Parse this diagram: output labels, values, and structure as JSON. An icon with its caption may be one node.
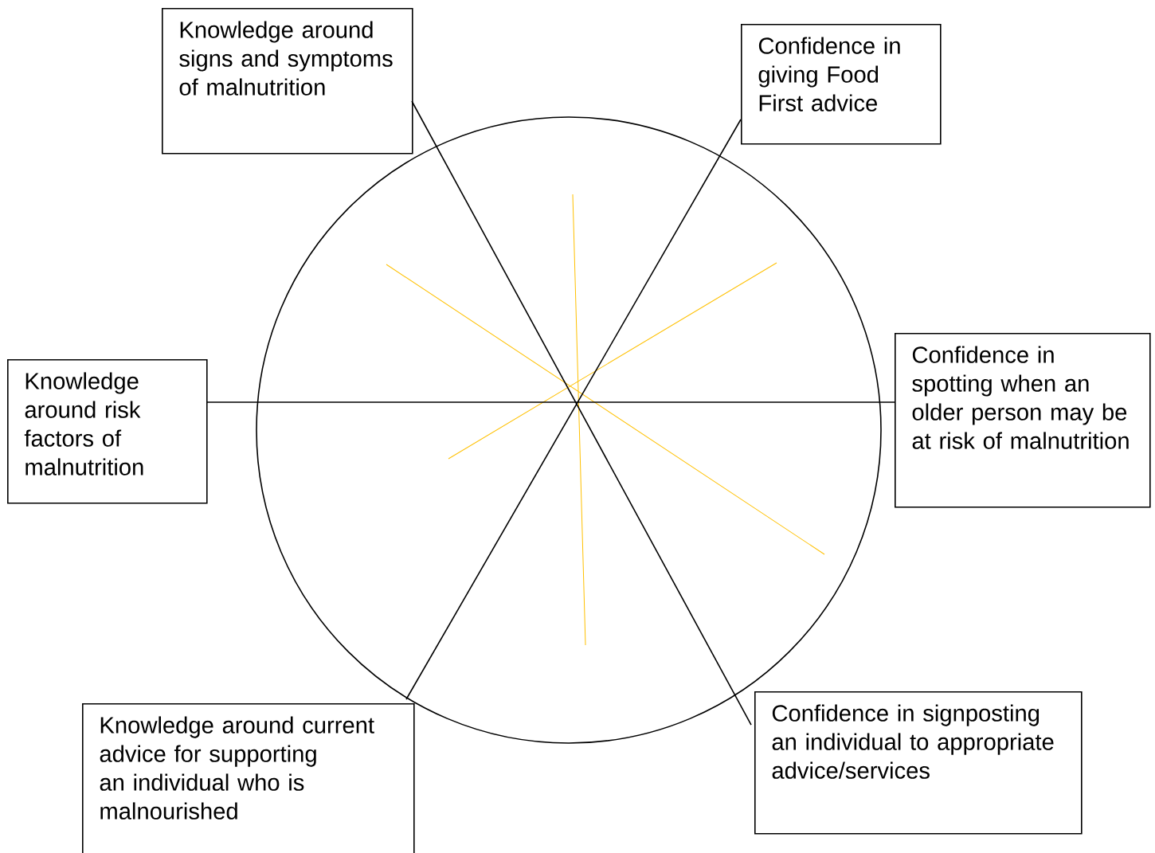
{
  "diagram": {
    "nodes": [
      {
        "text": [
          "Knowledge around signs and symptoms of malnutrition"
        ]
      },
      {
        "text": [
          "Confidence in giving Food First advice"
        ]
      },
      {
        "text": [
          "Knowledge around risk factors of malnutrition"
        ]
      },
      {
        "text": [
          "Confidence in spotting when an older person may be at risk of malnutrition"
        ]
      },
      {
        "text": [
          "Knowledge around current advice for supporting an individual who is malnourished"
        ]
      },
      {
        "text": [
          "Confidence in signposting an individual to appropriate advice/services"
        ]
      }
    ],
    "edges": [
      {
        "from": 0,
        "to": 5,
        "arrow": "none"
      },
      {
        "from": 1,
        "to": 4,
        "arrow": "none"
      },
      {
        "from": 2,
        "to": 3,
        "arrow": "none"
      }
    ]
  }
}
